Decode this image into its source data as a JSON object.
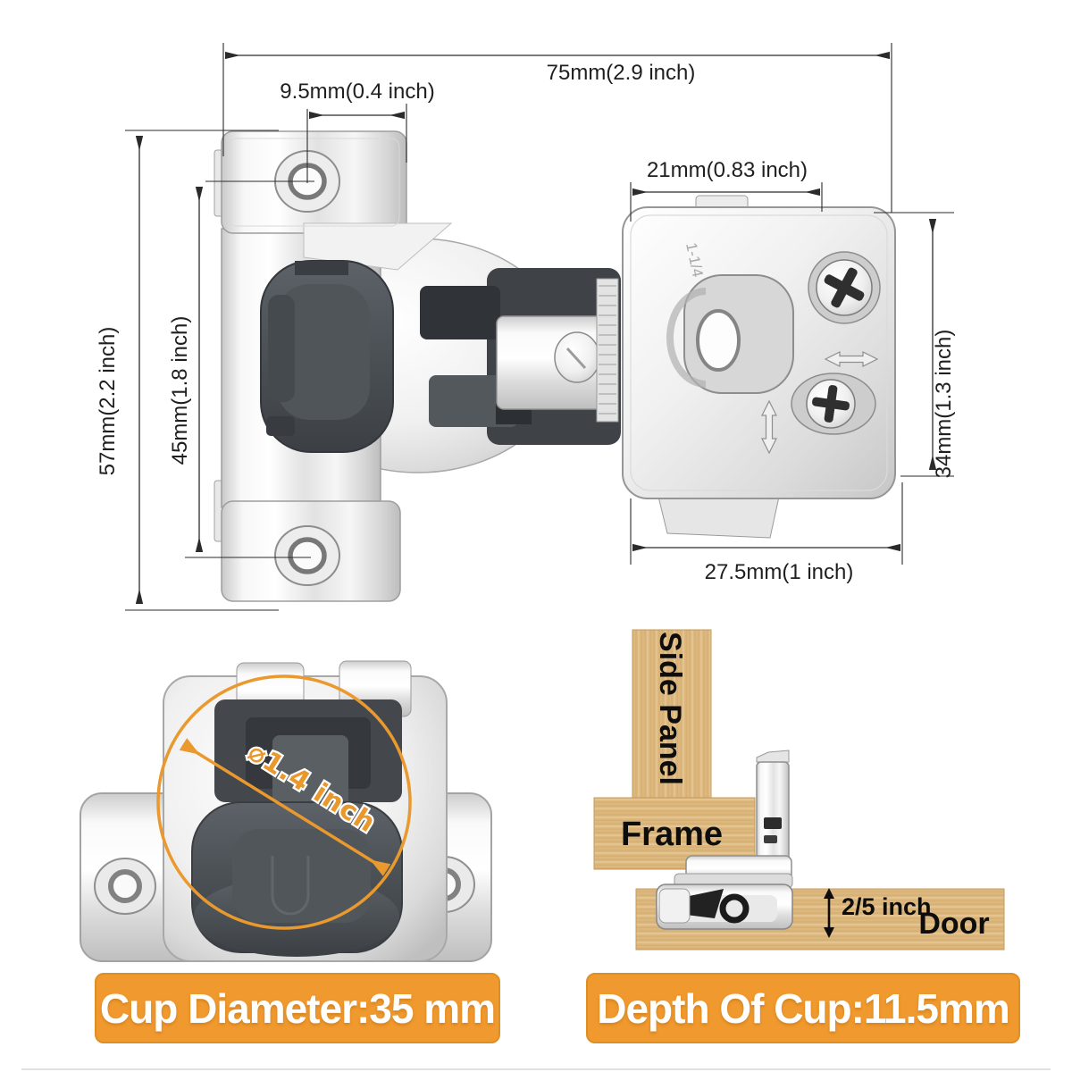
{
  "colors": {
    "accent_orange": "#F0992E",
    "dimension_line": "#2b2b2b",
    "wood": "#DDBA80",
    "cup_gray": "#4d5257",
    "chrome_edge": "#9d9d9d"
  },
  "dimensions": {
    "overall_width": "75mm(2.9 inch)",
    "screw_hole_offset": "9.5mm(0.4 inch)",
    "arm_width": "21mm(0.83 inch)",
    "plate_height": "57mm(2.2 inch)",
    "hole_spacing": "45mm(1.8 inch)",
    "bracket_height": "34mm(1.3 inch)",
    "bracket_width": "27.5mm(1 inch)",
    "cup_diameter_annotation": "⌀1.4 inch",
    "bracket_marking": "1-1/4"
  },
  "installation": {
    "side_panel_label": "Side Panel",
    "frame_label": "Frame",
    "door_label": "Door",
    "overlay_label": "2/5 inch"
  },
  "banners": {
    "cup_diameter": "Cup Diameter:35 mm",
    "cup_depth": "Depth Of Cup:11.5mm"
  }
}
